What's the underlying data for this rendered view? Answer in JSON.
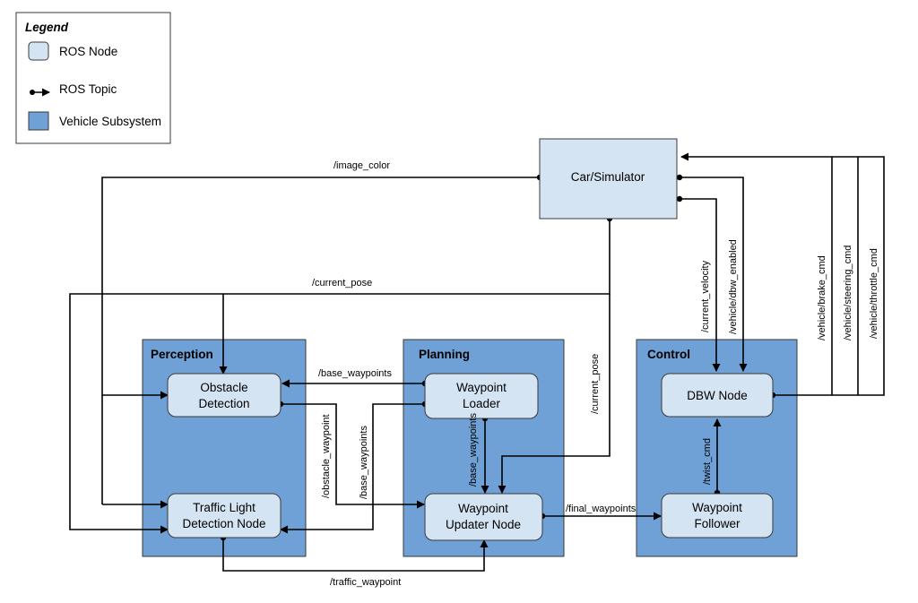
{
  "legend": {
    "title": "Legend",
    "ros_node": "ROS Node",
    "ros_topic": "ROS Topic",
    "vehicle_subsystem": "Vehicle Subsystem"
  },
  "subsystems": {
    "perception": "Perception",
    "planning": "Planning",
    "control": "Control"
  },
  "nodes": {
    "car_simulator": "Car/Simulator",
    "obstacle_detection": [
      "Obstacle",
      "Detection"
    ],
    "traffic_light_detection": [
      "Traffic Light",
      "Detection Node"
    ],
    "waypoint_loader": [
      "Waypoint",
      "Loader"
    ],
    "waypoint_updater": [
      "Waypoint",
      "Updater Node"
    ],
    "dbw_node": "DBW Node",
    "waypoint_follower": [
      "Waypoint",
      "Follower"
    ]
  },
  "topics": {
    "image_color": "/image_color",
    "current_pose": "/current_pose",
    "current_pose_vertical": "/current_pose",
    "base_waypoints_top": "/base_waypoints",
    "base_waypoints_diag": "/base_waypoints",
    "base_waypoints_vertical": "/base_waypoints",
    "obstacle_waypoint": "/obstacle_waypoint",
    "traffic_waypoint": "/traffic_waypoint",
    "final_waypoints": "/final_waypoints",
    "twist_cmd": "/twist_cmd",
    "current_velocity": "/current_velocity",
    "dbw_enabled": "/vehicle/dbw_enabled",
    "brake_cmd": "/vehicle/brake_cmd",
    "steering_cmd": "/vehicle/steering_cmd",
    "throttle_cmd": "/vehicle/throttle_cmd"
  },
  "colors": {
    "ros_node_fill": "#d5e4f3",
    "subsystem_fill": "#6fa0d6",
    "wire": "#000000"
  }
}
